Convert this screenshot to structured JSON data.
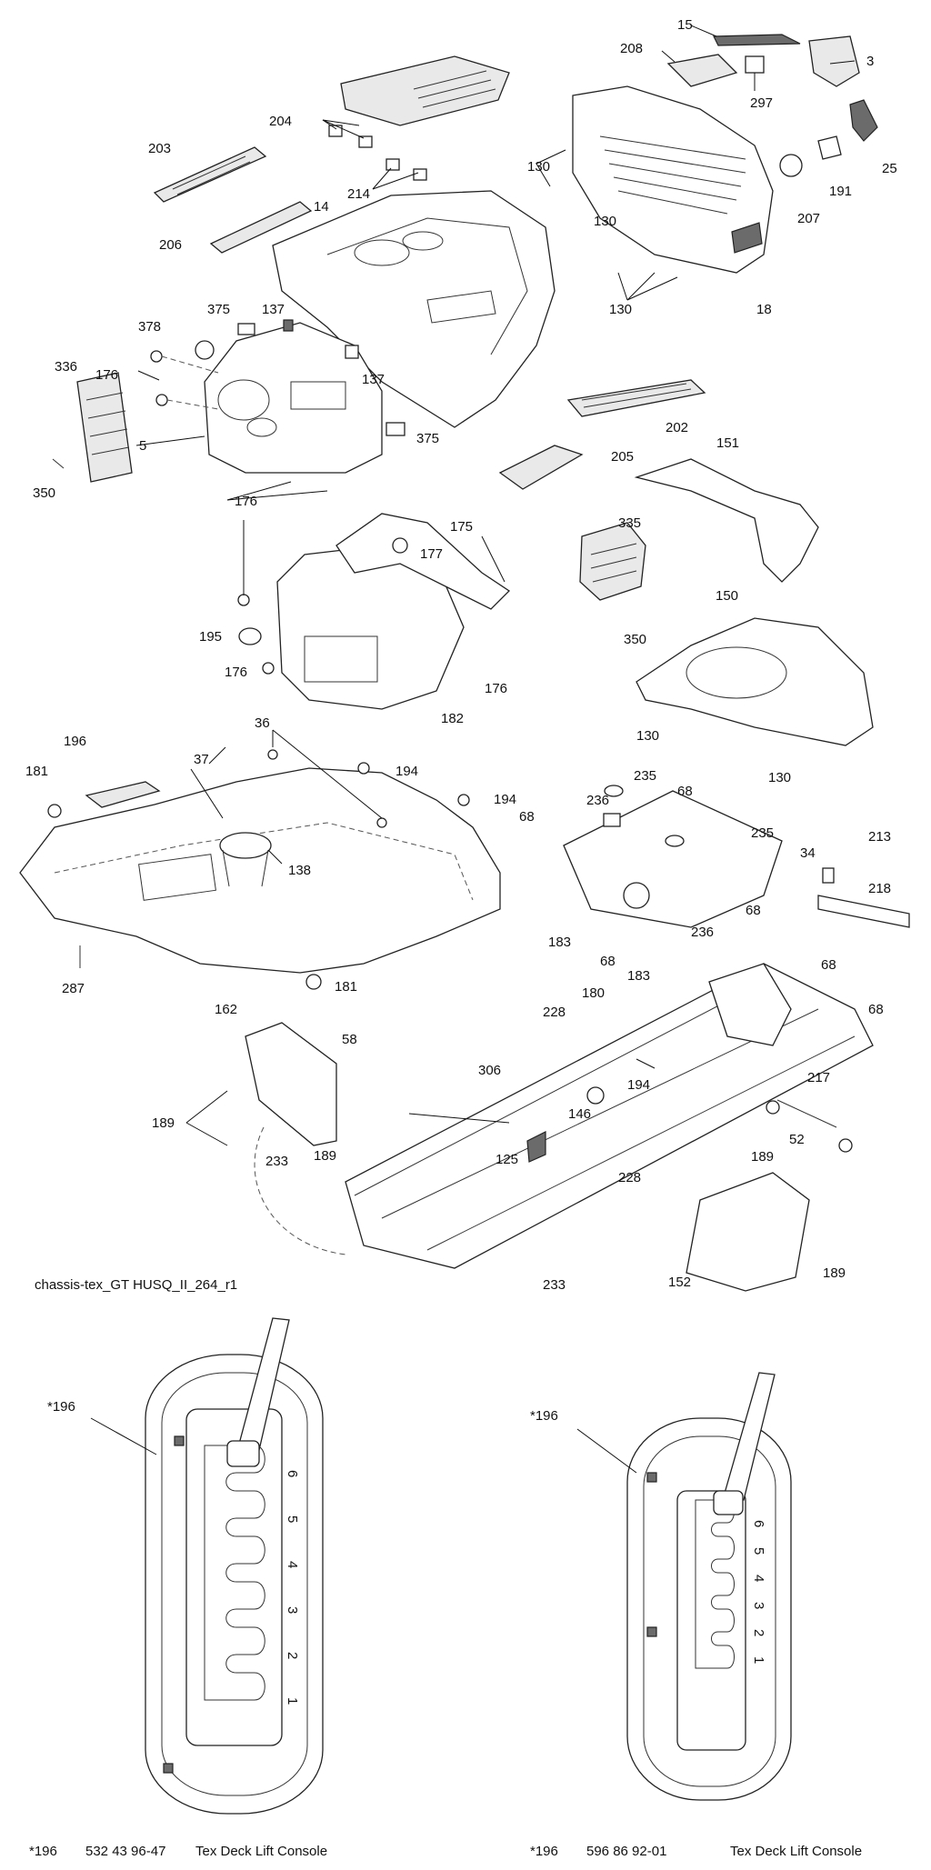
{
  "diagram_id": "chassis-tex_GT HUSQ_II_264_r1",
  "callouts": {
    "c15": "15",
    "c208": "208",
    "c3": "3",
    "c297": "297",
    "c25": "25",
    "c204": "204",
    "c203": "203",
    "c214": "214",
    "c14": "14",
    "c206": "206",
    "c130a": "130",
    "c130b": "130",
    "c130c": "130",
    "c191": "191",
    "c207": "207",
    "c18": "18",
    "c375a": "375",
    "c137a": "137",
    "c378": "378",
    "c336": "336",
    "c176a": "176",
    "c137b": "137",
    "c5": "5",
    "c375b": "375",
    "c350a": "350",
    "c202": "202",
    "c205": "205",
    "c151": "151",
    "c176b": "176",
    "c175": "175",
    "c177": "177",
    "c335": "335",
    "c350b": "350",
    "c150": "150",
    "c195": "195",
    "c176c": "176",
    "c176d": "176",
    "c182": "182",
    "c130d": "130",
    "c130e": "130",
    "c196": "196",
    "c36": "36",
    "c37": "37",
    "c181a": "181",
    "c194a": "194",
    "c194b": "194",
    "c235a": "235",
    "c236a": "236",
    "c68a": "68",
    "c68b": "68",
    "c235b": "235",
    "c34": "34",
    "c213": "213",
    "c138": "138",
    "c218": "218",
    "c68c": "68",
    "c236b": "236",
    "c183a": "183",
    "c68d": "68",
    "c183b": "183",
    "c68e": "68",
    "c287": "287",
    "c181b": "181",
    "c68f": "68",
    "c162": "162",
    "c180": "180",
    "c228a": "228",
    "c58": "58",
    "c306": "306",
    "c194c": "194",
    "c189a": "189",
    "c146": "146",
    "c217": "217",
    "c189b": "189",
    "c125": "125",
    "c52": "52",
    "c228b": "228",
    "c189c": "189",
    "c233a": "233",
    "c189d": "189",
    "c152": "152",
    "c233b": "233"
  },
  "console_left": {
    "callout": "*196",
    "gear_marks": [
      "6",
      "5",
      "4",
      "3",
      "2",
      "1"
    ],
    "caption_ref": "*196",
    "caption_part": "532 43 96-47",
    "caption_desc": "Tex Deck Lift Console"
  },
  "console_right": {
    "callout": "*196",
    "gear_marks": [
      "6",
      "5",
      "4",
      "3",
      "2",
      "1"
    ],
    "caption_ref": "*196",
    "caption_part": "596 86 92-01",
    "caption_desc": "Tex Deck Lift Console"
  },
  "colors": {
    "line": "#222222",
    "background": "#ffffff",
    "shade": "#e9e9e9"
  }
}
